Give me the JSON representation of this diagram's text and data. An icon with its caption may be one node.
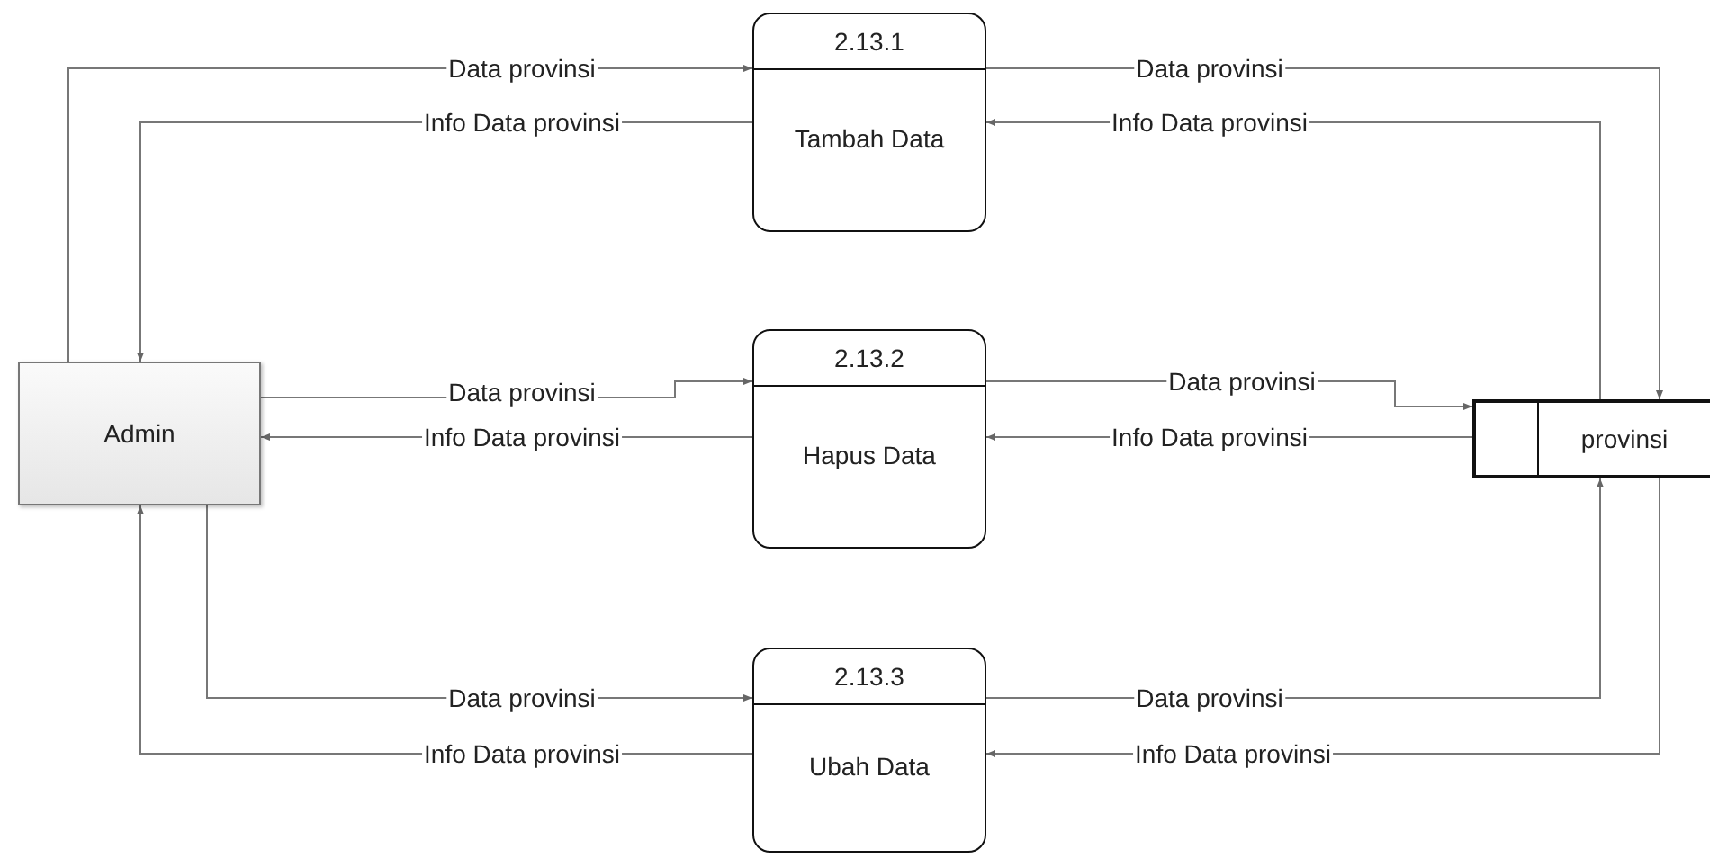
{
  "diagram": {
    "nodes": [
      {
        "text": [
          "Admin"
        ]
      },
      {
        "text": [
          "2.13.1",
          "Tambah Data"
        ]
      },
      {
        "text": [
          "2.13.2",
          "Hapus Data"
        ]
      },
      {
        "text": [
          "2.13.3",
          "Ubah Data"
        ]
      },
      {
        "text": [
          "provinsi"
        ]
      }
    ],
    "edges": [
      {
        "from": 0,
        "to": 1,
        "arrow": "to",
        "label": "Data provinsi"
      },
      {
        "from": 1,
        "to": 0,
        "arrow": "to",
        "label": "Info Data provinsi"
      },
      {
        "from": 0,
        "to": 2,
        "arrow": "to",
        "label": "Data provinsi"
      },
      {
        "from": 2,
        "to": 0,
        "arrow": "to",
        "label": "Info Data provinsi"
      },
      {
        "from": 0,
        "to": 3,
        "arrow": "to",
        "label": "Data provinsi"
      },
      {
        "from": 3,
        "to": 0,
        "arrow": "to",
        "label": "Info Data provinsi"
      },
      {
        "from": 1,
        "to": 4,
        "arrow": "to",
        "label": "Data provinsi"
      },
      {
        "from": 4,
        "to": 1,
        "arrow": "to",
        "label": "Info Data provinsi"
      },
      {
        "from": 2,
        "to": 4,
        "arrow": "to",
        "label": "Data provinsi"
      },
      {
        "from": 4,
        "to": 2,
        "arrow": "to",
        "label": "Info Data provinsi"
      },
      {
        "from": 3,
        "to": 4,
        "arrow": "to",
        "label": "Data provinsi"
      },
      {
        "from": 4,
        "to": 3,
        "arrow": "to",
        "label": "Info Data provinsi"
      }
    ]
  }
}
